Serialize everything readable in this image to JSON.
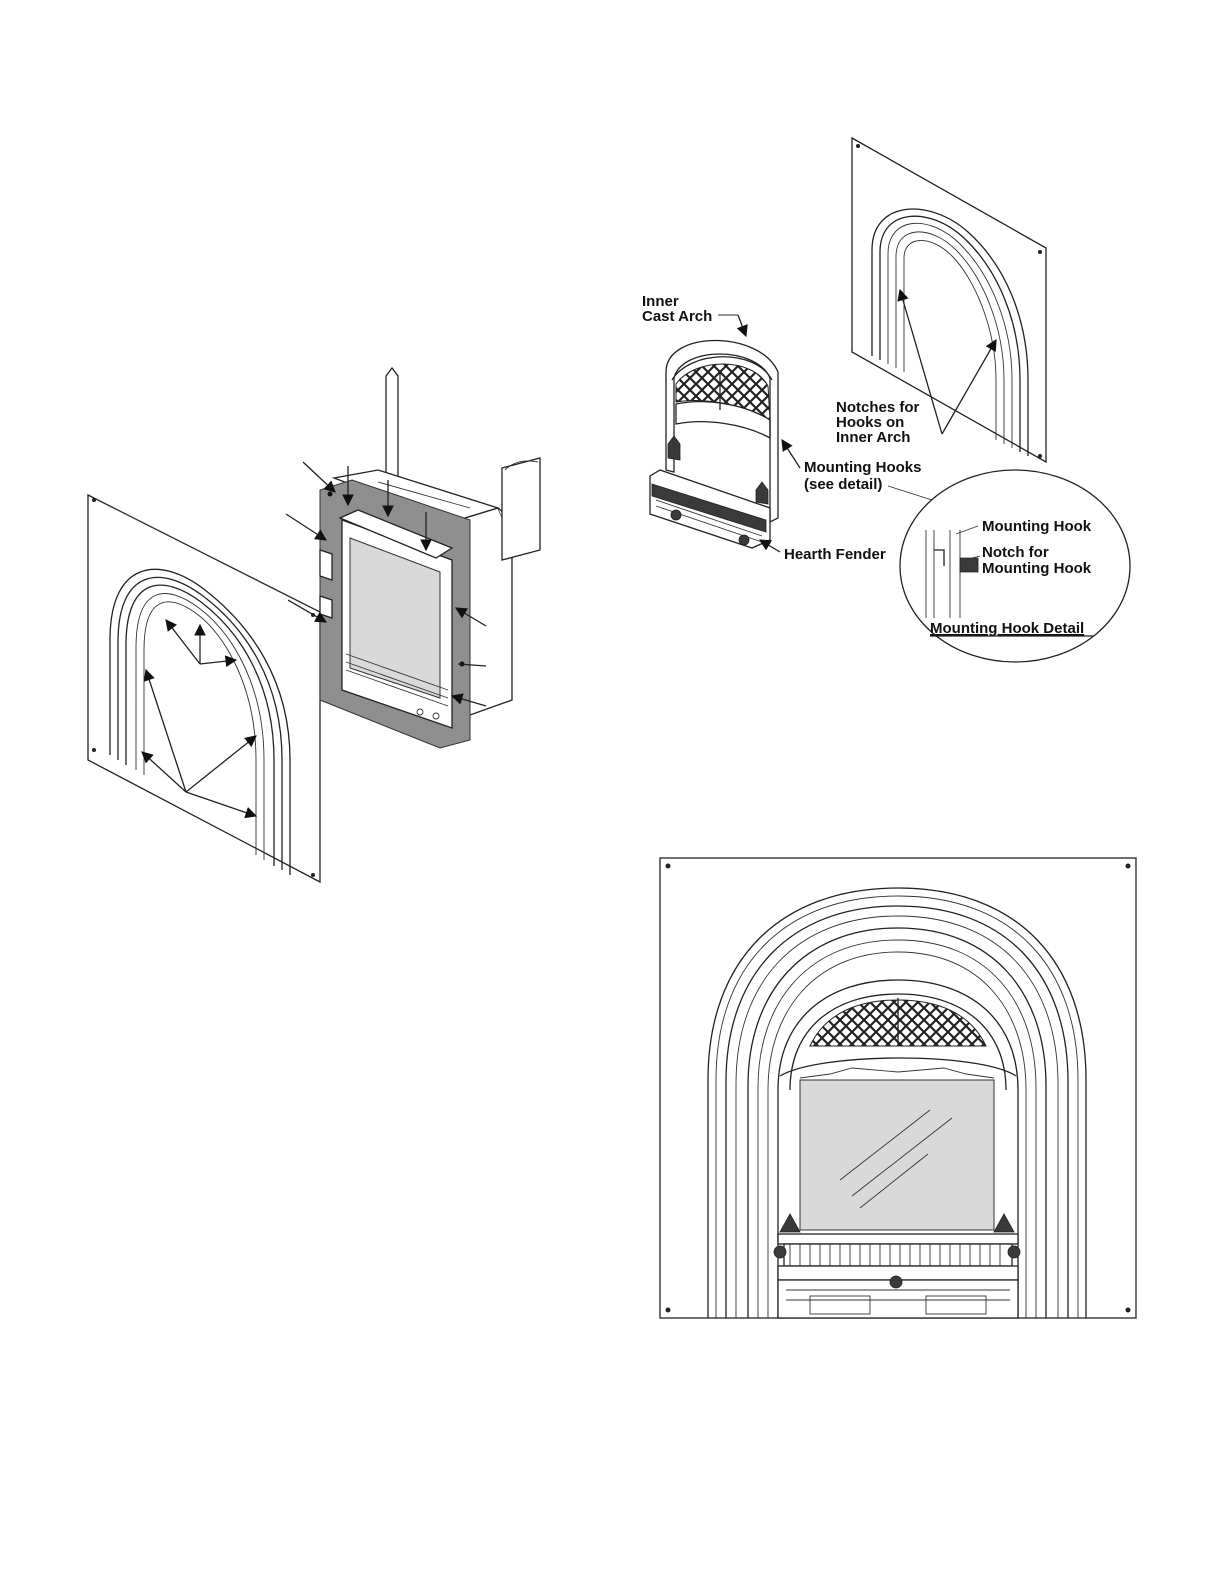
{
  "figure_right_top": {
    "labels": {
      "inner_cast_arch_line1": "Inner",
      "inner_cast_arch_line2": "Cast Arch",
      "notches_line1": "Notches for",
      "notches_line2": "Hooks on",
      "notches_line3": "Inner Arch",
      "mounting_hooks_line1": "Mounting Hooks",
      "mounting_hooks_line2": "(see detail)",
      "hearth_fender": "Hearth Fender"
    },
    "detail": {
      "mounting_hook": "Mounting Hook",
      "notch_line1": "Notch for",
      "notch_line2": "Mounting Hook",
      "title": "Mounting Hook Detail"
    }
  },
  "colors": {
    "line": "#222222",
    "gasket_grey": "#8f8f8f",
    "glass_grey": "#d9d9d9",
    "casting_dark": "#3a3a3a"
  }
}
